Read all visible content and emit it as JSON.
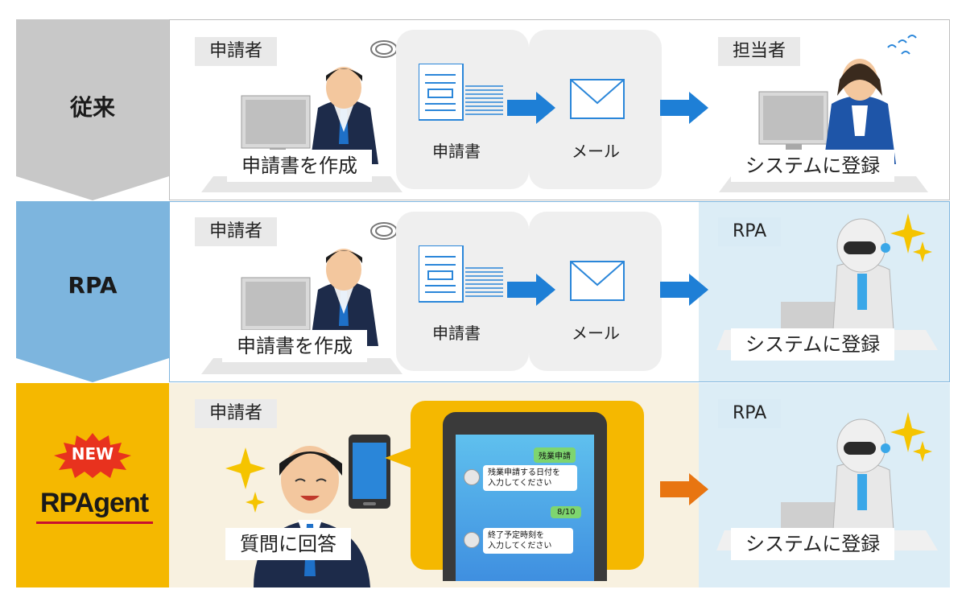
{
  "rows": [
    {
      "label": "従来",
      "left_tag": "申請者",
      "left_caption": "申請書を作成",
      "doc_label": "申請書",
      "mail_label": "メール",
      "right_tag": "担当者",
      "right_caption": "システムに登録"
    },
    {
      "label": "RPA",
      "left_tag": "申請者",
      "left_caption": "申請書を作成",
      "doc_label": "申請書",
      "mail_label": "メール",
      "right_tag": "RPA",
      "right_caption": "システムに登録"
    },
    {
      "label_badge": "NEW",
      "label_logo": "RPAgent",
      "left_tag": "申請者",
      "left_caption": "質問に回答",
      "chat": {
        "msg1": "残業申請",
        "bot1_line1": "残業申請する日付を",
        "bot1_line2": "入力してください",
        "msg2": "8/10",
        "bot2_line1": "終了予定時刻を",
        "bot2_line2": "入力してください"
      },
      "right_tag": "RPA",
      "right_caption": "システムに登録"
    }
  ],
  "colors": {
    "row1_label": "#c8c8c8",
    "row2_label": "#7db5de",
    "row3_label": "#f5b800",
    "arrow_blue": "#1e7fd6",
    "arrow_orange": "#e87511",
    "rpa_bg": "#dcedf6",
    "cream": "#f8f1e0"
  }
}
